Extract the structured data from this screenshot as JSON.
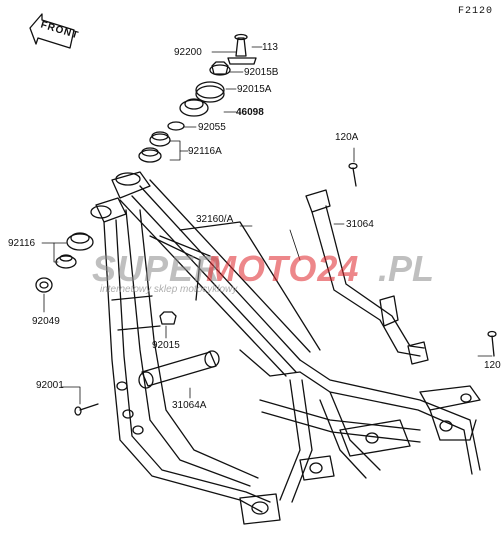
{
  "diagram_code": "F2120",
  "front_badge": "FRONT",
  "watermark": {
    "brand_a": "SUPER",
    "brand_b": "MOTO24",
    "brand_c": ".PL",
    "tagline": "internetowy sklep motocyklowy"
  },
  "parts": [
    {
      "id": "92200",
      "label": "92200"
    },
    {
      "id": "113",
      "label": "113"
    },
    {
      "id": "92015B",
      "label": "92015B"
    },
    {
      "id": "92015A_top",
      "label": "92015A"
    },
    {
      "id": "46098",
      "label": "46098"
    },
    {
      "id": "92055",
      "label": "92055"
    },
    {
      "id": "92116A",
      "label": "92116A"
    },
    {
      "id": "120A",
      "label": "120A"
    },
    {
      "id": "32160",
      "label": "32160/A"
    },
    {
      "id": "31064",
      "label": "31064"
    },
    {
      "id": "92116",
      "label": "92116"
    },
    {
      "id": "92049",
      "label": "92049"
    },
    {
      "id": "92015",
      "label": "92015"
    },
    {
      "id": "120",
      "label": "120"
    },
    {
      "id": "92001",
      "label": "92001"
    },
    {
      "id": "31064A",
      "label": "31064A"
    }
  ],
  "colors": {
    "line": "#111111",
    "watermark_grey": "#8c8c8c",
    "watermark_red": "#e0262b"
  }
}
